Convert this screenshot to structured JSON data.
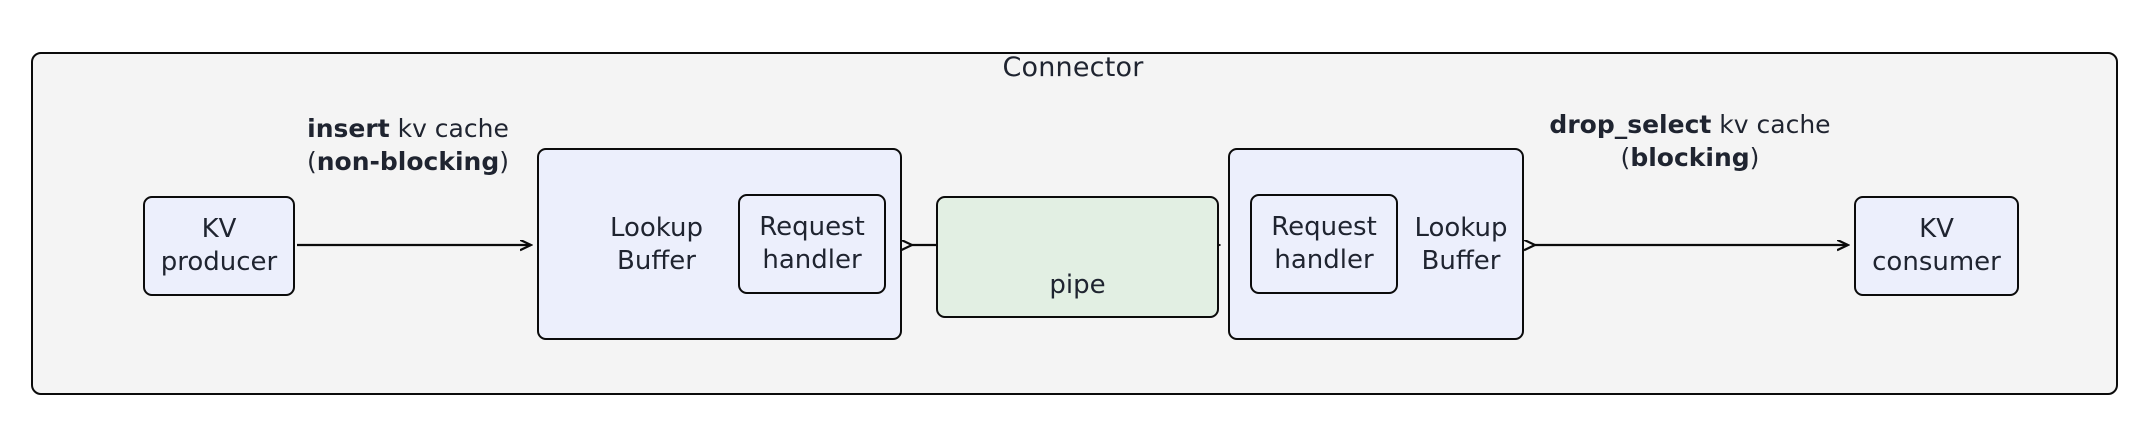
{
  "diagram": {
    "type": "architecture-block-diagram",
    "title": "Connector",
    "colors": {
      "container_fill": "#f4f4f4",
      "node_blue_fill": "#eceffc",
      "node_green_fill": "#e2efe3",
      "stroke": "#0b0b0b",
      "text": "#1f2430"
    },
    "nodes": {
      "kv_producer": "KV\nproducer",
      "kv_consumer": "KV\nconsumer",
      "lookup_buffer_left": "Lookup\nBuffer",
      "lookup_buffer_right": "Lookup\nBuffer",
      "request_handler_left": "Request\nhandler",
      "request_handler_right": "Request\nhandler",
      "pipe": "pipe"
    },
    "edges": {
      "producer_to_buffer": {
        "line1_bold": "insert",
        "line1_rest": " kv cache",
        "line2_open": "(",
        "line2_bold": "non-blocking",
        "line2_close": ")",
        "direction": "right"
      },
      "buffer_to_consumer": {
        "line1_bold": "drop_select",
        "line1_rest": " kv cache",
        "line2_open": "(",
        "line2_bold": "blocking",
        "line2_close": ")",
        "direction": "both"
      },
      "pipe_edge": {
        "direction": "both"
      }
    }
  }
}
